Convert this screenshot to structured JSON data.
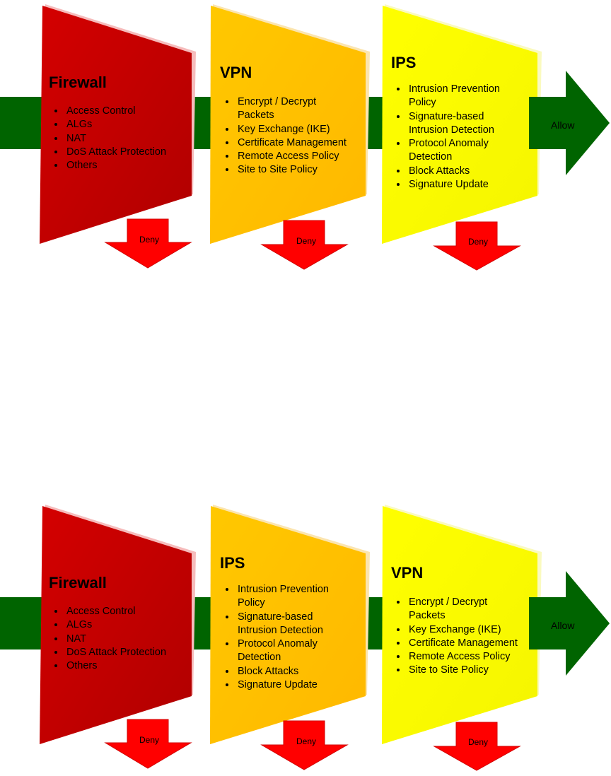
{
  "colors": {
    "stage1_fill": "#c00000",
    "stage2_fill": "#ffc000",
    "stage3_fill": "#ffff00",
    "connector_fill": "#006400",
    "deny_fill": "#ff0000"
  },
  "deny_label": "Deny",
  "allow_label": "Allow",
  "diagrams": [
    {
      "stages": [
        {
          "title": "Firewall",
          "items": [
            "Access Control",
            "ALGs",
            "NAT",
            "DoS Attack Protection",
            "Others"
          ]
        },
        {
          "title": "VPN",
          "items": [
            "Encrypt / Decrypt Packets",
            "Key Exchange (IKE)",
            "Certificate Management",
            "Remote Access Policy",
            "Site to Site Policy"
          ]
        },
        {
          "title": "IPS",
          "items": [
            "Intrusion Prevention Policy",
            "Signature-based Intrusion Detection",
            "Protocol Anomaly Detection",
            "Block Attacks",
            "Signature Update"
          ]
        }
      ]
    },
    {
      "stages": [
        {
          "title": "Firewall",
          "items": [
            "Access Control",
            "ALGs",
            "NAT",
            "DoS Attack Protection",
            "Others"
          ]
        },
        {
          "title": "IPS",
          "items": [
            "Intrusion Prevention Policy",
            "Signature-based Intrusion Detection",
            "Protocol Anomaly Detection",
            "Block Attacks",
            "Signature Update"
          ]
        },
        {
          "title": "VPN",
          "items": [
            "Encrypt / Decrypt Packets",
            "Key Exchange (IKE)",
            "Certificate Management",
            "Remote Access Policy",
            "Site to Site Policy"
          ]
        }
      ]
    }
  ]
}
